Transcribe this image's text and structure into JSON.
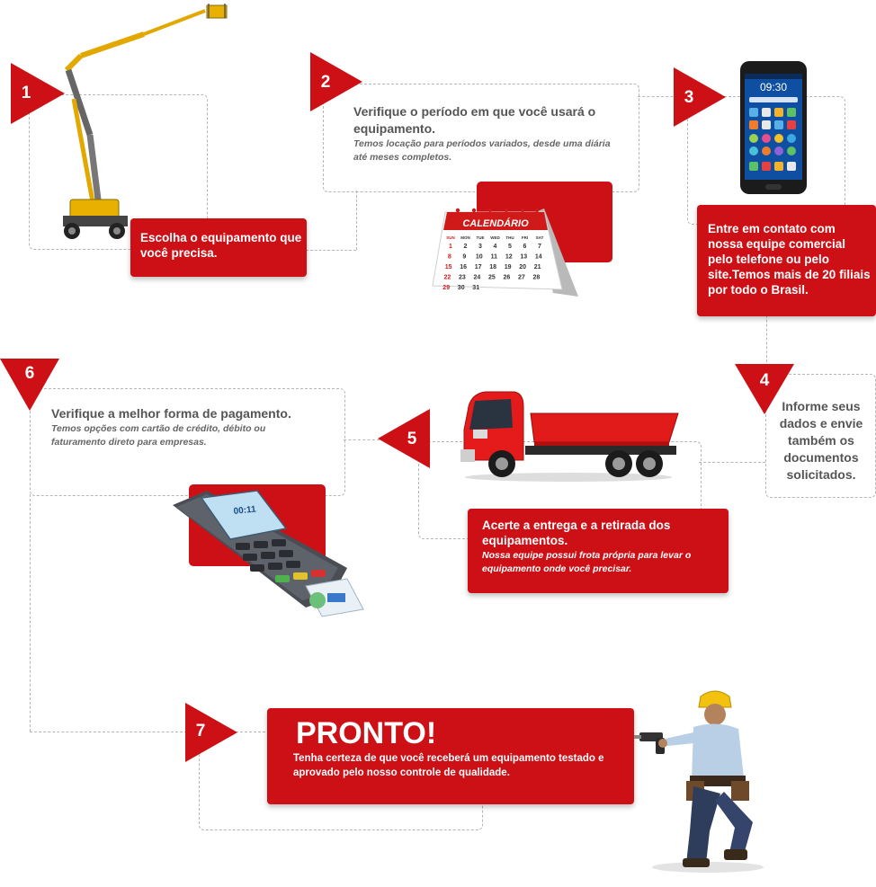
{
  "steps": {
    "s1": {
      "number": "1",
      "text": "Escolha o equipamento que você precisa."
    },
    "s2": {
      "number": "2",
      "title": "Verifique o período em que você usará o equipamento.",
      "subtitle": "Temos locação para períodos variados, desde uma diária até meses completos."
    },
    "s3": {
      "number": "3",
      "text": "Entre em contato com nossa equipe comercial pelo telefone ou pelo site.Temos mais de 20 filiais por todo o Brasil."
    },
    "s4": {
      "number": "4",
      "text": "Informe seus dados e envie também os documentos solicitados."
    },
    "s5": {
      "number": "5",
      "title": "Acerte a entrega e a retirada dos equipamentos.",
      "subtitle": "Nossa equipe possui frota própria para levar o equipamento onde você precisar."
    },
    "s6": {
      "number": "6",
      "title": "Verifique a melhor forma de pagamento.",
      "subtitle": "Temos opções com cartão de crédito, débito ou faturamento direto para empresas."
    },
    "s7": {
      "number": "7",
      "title": "PRONTO!",
      "text": "Tenha certeza de que você receberá um equipamento testado e aprovado pelo nosso controle de qualidade."
    }
  },
  "calendar": {
    "title": "CALENDÁRIO",
    "weekdays": [
      "SUN",
      "MON",
      "TUE",
      "WED",
      "THU",
      "FRI",
      "SAT"
    ],
    "days": [
      "1",
      "2",
      "3",
      "4",
      "5",
      "6",
      "7",
      "8",
      "9",
      "10",
      "11",
      "12",
      "13",
      "14",
      "15",
      "16",
      "17",
      "18",
      "19",
      "20",
      "21",
      "22",
      "23",
      "24",
      "25",
      "26",
      "27",
      "28",
      "29",
      "30",
      "31"
    ]
  },
  "phone": {
    "time": "09:30"
  },
  "card_terminal": {
    "screen_time": "00:11"
  },
  "colors": {
    "brand_red": "#cc1016",
    "dashed_gray": "#b5b5b5",
    "text_gray": "#555555"
  }
}
